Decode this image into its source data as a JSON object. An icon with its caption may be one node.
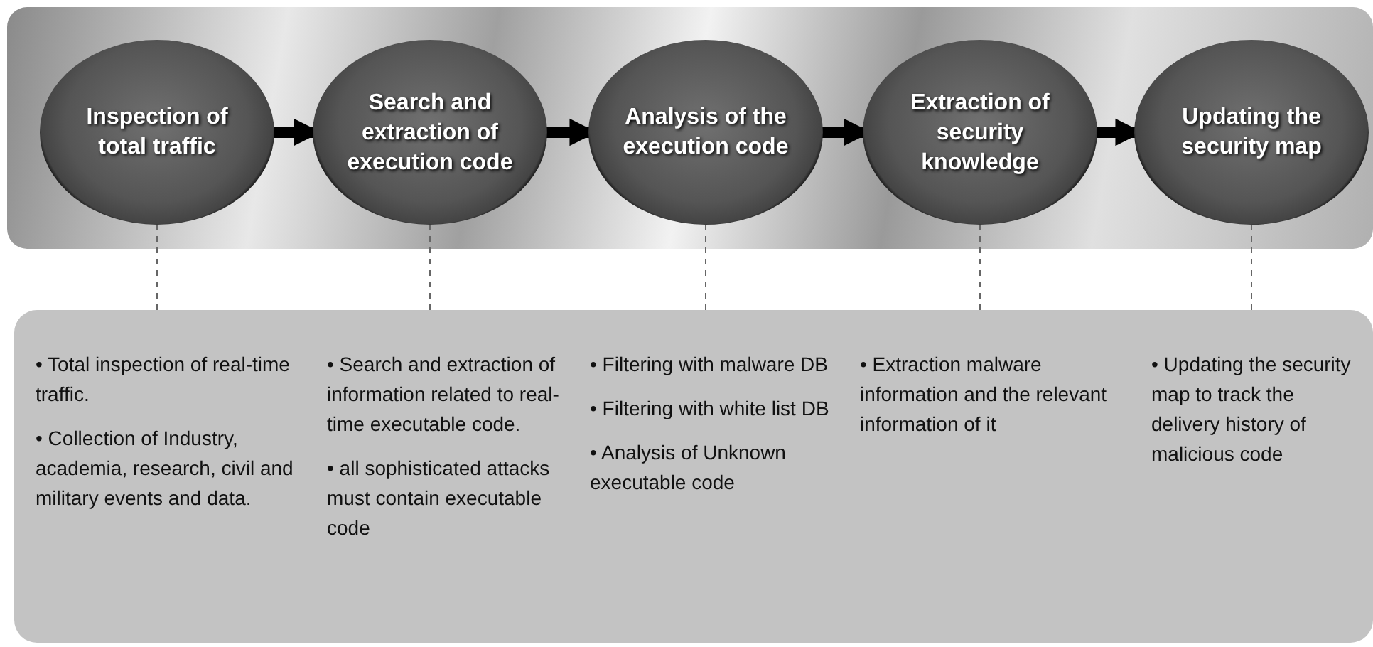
{
  "diagram": {
    "nodes": [
      {
        "text": [
          "Inspection of total traffic"
        ]
      },
      {
        "text": [
          "Search and extraction of execution code"
        ]
      },
      {
        "text": [
          "Analysis of the execution code"
        ]
      },
      {
        "text": [
          "Extraction of security knowledge"
        ]
      },
      {
        "text": [
          "Updating the security map"
        ]
      },
      {
        "text": [],
        "shape": "box"
      },
      {
        "text": [
          "• Total inspection of real-time traffic.",
          "• Collection of Industry, academia, research, civil and military events and data."
        ],
        "in": 5
      },
      {
        "text": [
          "• Search and extraction of information related to real-time executable code.",
          "• all sophisticated attacks must contain executable code"
        ],
        "in": 5
      },
      {
        "text": [
          "• Filtering with malware DB",
          "• Filtering with white list DB",
          "• Analysis of Unknown executable code"
        ],
        "in": 5
      },
      {
        "text": [
          "• Extraction malware information and the relevant information of it"
        ],
        "in": 5
      },
      {
        "text": [
          "• Updating the security map to track the delivery history of malicious code"
        ],
        "in": 5
      }
    ],
    "edges": [
      {
        "from": 0,
        "to": 1,
        "arrow": "to",
        "style": "thick",
        "color": "#000000"
      },
      {
        "from": 1,
        "to": 2,
        "arrow": "to",
        "style": "thick",
        "color": "#000000"
      },
      {
        "from": 2,
        "to": 3,
        "arrow": "to",
        "style": "thick",
        "color": "#000000"
      },
      {
        "from": 3,
        "to": 4,
        "arrow": "to",
        "style": "thick",
        "color": "#000000"
      },
      {
        "from": 0,
        "to": 6,
        "arrow": "none",
        "style": "dashed"
      },
      {
        "from": 1,
        "to": 7,
        "arrow": "none",
        "style": "dashed"
      },
      {
        "from": 2,
        "to": 8,
        "arrow": "none",
        "style": "dashed"
      },
      {
        "from": 3,
        "to": 9,
        "arrow": "none",
        "style": "dashed"
      },
      {
        "from": 4,
        "to": 10,
        "arrow": "none",
        "style": "dashed"
      }
    ]
  }
}
